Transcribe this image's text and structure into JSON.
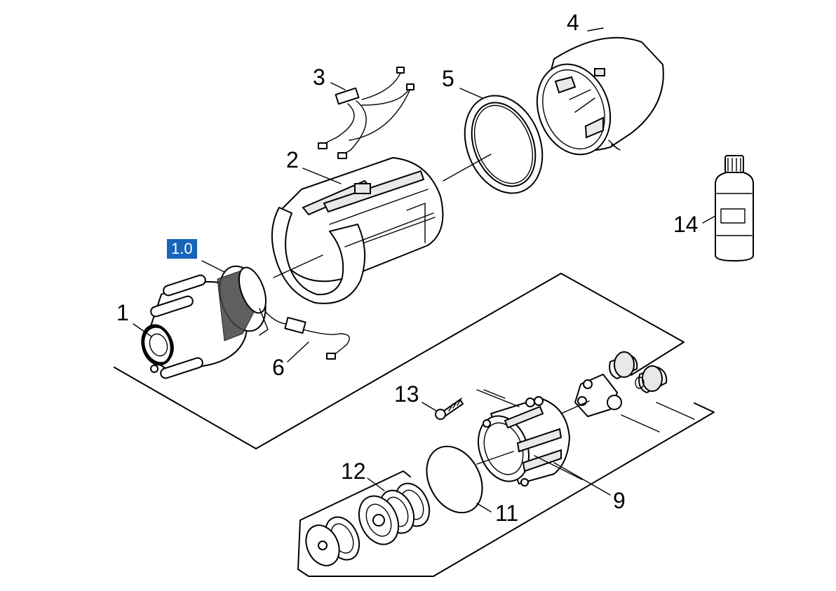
{
  "callouts": {
    "c1": "1",
    "c1_0": "1.0",
    "c2": "2",
    "c3": "3",
    "c4": "4",
    "c5": "5",
    "c6": "6",
    "c9": "9",
    "c11": "11",
    "c12": "12",
    "c13": "13",
    "c14": "14"
  },
  "colors": {
    "highlight_background": "#1565b8",
    "highlight_text": "#ffffff",
    "line_art": "#000000",
    "background": "#ffffff"
  }
}
